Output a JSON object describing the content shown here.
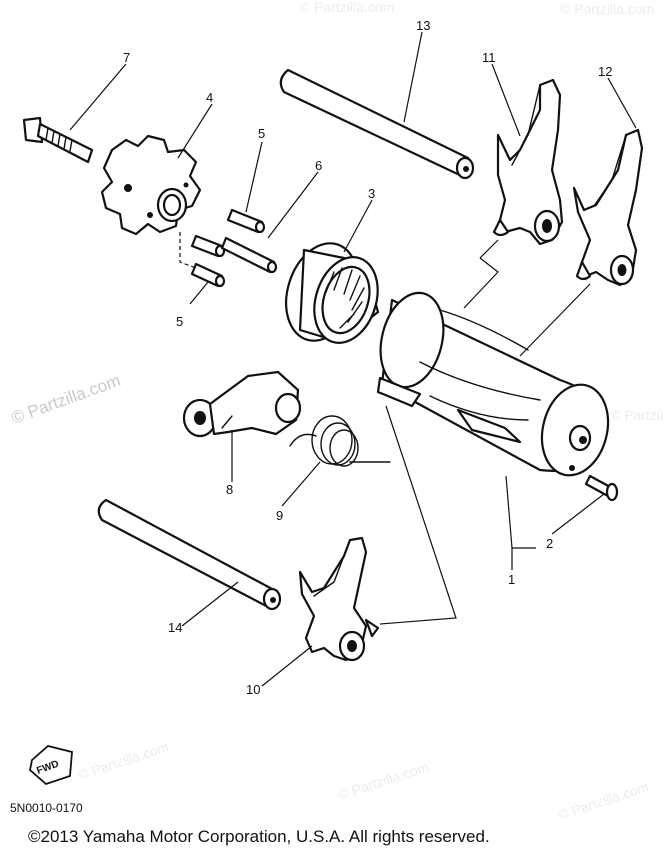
{
  "callouts": {
    "c1": "1",
    "c2": "2",
    "c3": "3",
    "c4": "4",
    "c5a": "5",
    "c5b": "5",
    "c6": "6",
    "c7": "7",
    "c8": "8",
    "c9": "9",
    "c10": "10",
    "c11": "11",
    "c12": "12",
    "c13": "13",
    "c14": "14"
  },
  "fwd_label": "FWD",
  "diagram_code": "5N0010-0170",
  "watermark": "© Partzilla.com",
  "watermark_faint": "© Partzilla.com",
  "copyright": "©2013  Yamaha Motor Corporation, U.S.A. All rights reserved."
}
